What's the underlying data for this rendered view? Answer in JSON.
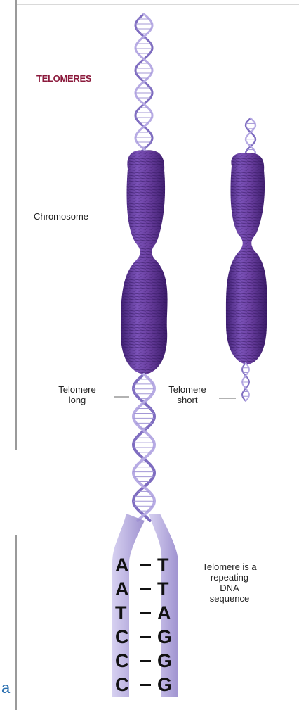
{
  "labels": {
    "title": "TELOMERES",
    "chromosome": "Chromosome",
    "telomere_long": "Telomere\nlong",
    "telomere_short": "Telomere\nshort",
    "repeating": "Telomere is a\nrepeating\nDNA\nsequence"
  },
  "base_pairs": [
    {
      "left": "A",
      "right": "T"
    },
    {
      "left": "A",
      "right": "T"
    },
    {
      "left": "T",
      "right": "A"
    },
    {
      "left": "C",
      "right": "G"
    },
    {
      "left": "C",
      "right": "G"
    },
    {
      "left": "C",
      "right": "G"
    }
  ],
  "stray_letter": "a",
  "colors": {
    "chromosome": "#6a3fa0",
    "chromosome_dark": "#3f1f72",
    "dna": "#9c8bd0",
    "title": "#8b1a3c"
  }
}
